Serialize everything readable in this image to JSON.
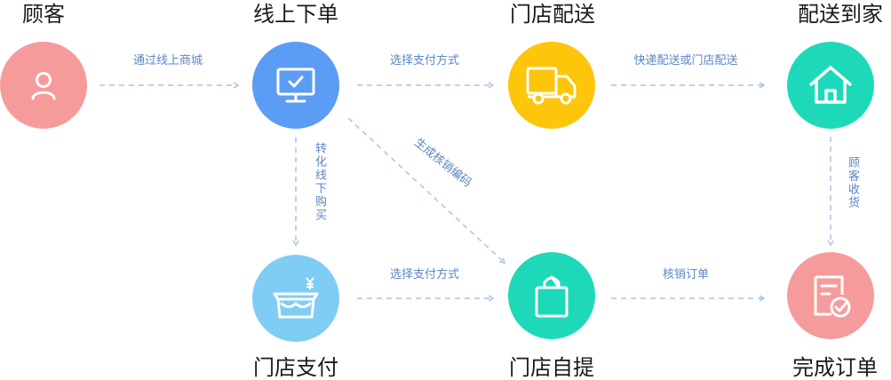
{
  "nodes": {
    "customer": {
      "label": "顾客",
      "color": "#f69b9b",
      "icon": "user-icon"
    },
    "online_order": {
      "label": "线上下单",
      "color": "#5b9cf5",
      "icon": "monitor-check-icon"
    },
    "store_delivery": {
      "label": "门店配送",
      "color": "#fdc60a",
      "icon": "truck-icon"
    },
    "home_delivery": {
      "label": "配送到家",
      "color": "#1ed9b9",
      "icon": "house-icon"
    },
    "store_pay": {
      "label": "门店支付",
      "color": "#7fcdf5",
      "icon": "basket-yen-icon"
    },
    "store_pickup": {
      "label": "门店自提",
      "color": "#1ed9b9",
      "icon": "shopping-bag-icon"
    },
    "order_complete": {
      "label": "完成订单",
      "color": "#f69b9b",
      "icon": "receipt-check-icon"
    }
  },
  "edges": {
    "customer_to_online": "通过线上商城",
    "online_to_delivery": "选择支付方式",
    "delivery_to_home": "快递配送或门店配送",
    "home_to_complete": "顾客收货",
    "online_to_pay": "转化线下购买",
    "online_to_pickup": "生成核销编码",
    "pay_to_pickup": "选择支付方式",
    "pickup_to_complete": "核销订单"
  },
  "colors": {
    "edge": "#a9c4e6",
    "label": "#5b87c4"
  }
}
